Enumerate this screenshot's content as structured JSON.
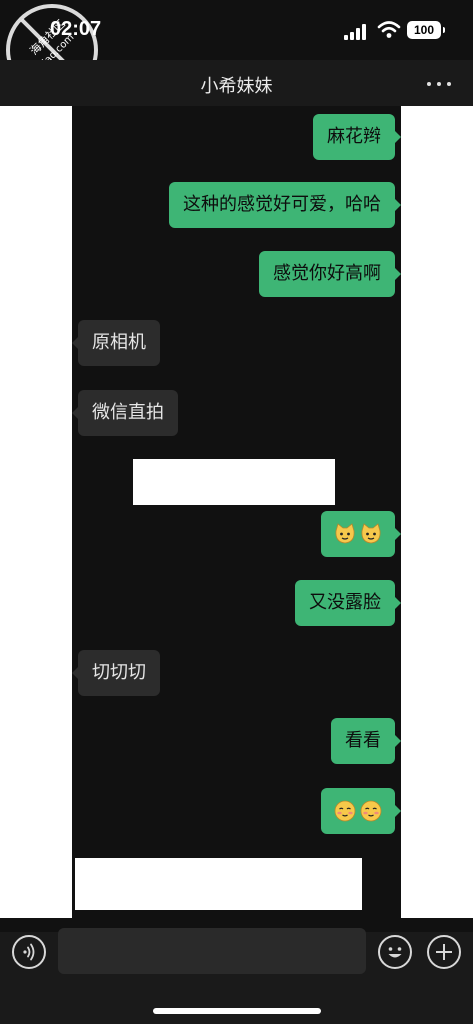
{
  "status_bar": {
    "time": "02:07",
    "battery": "100"
  },
  "watermark": {
    "line1": "海角社区",
    "line2": "haijiao.com"
  },
  "header": {
    "title": "小希妹妹"
  },
  "messages": [
    {
      "side": "out",
      "text": "麻花辫"
    },
    {
      "side": "out",
      "text": "这种的感觉好可爱，哈哈"
    },
    {
      "side": "out",
      "text": "感觉你好高啊"
    },
    {
      "side": "in",
      "text": "原相机"
    },
    {
      "side": "in",
      "text": "微信直拍"
    },
    {
      "side": "out",
      "sticker": "cat-face-emoji",
      "count": 2
    },
    {
      "side": "out",
      "text": "又没露脸"
    },
    {
      "side": "in",
      "text": "切切切"
    },
    {
      "side": "out",
      "text": "看看"
    },
    {
      "side": "out",
      "sticker": "blushing-face-emoji",
      "count": 2
    }
  ],
  "input": {
    "value": "",
    "placeholder": ""
  },
  "colors": {
    "background": "#111111",
    "bubble_out": "#3eb575",
    "bubble_in": "#2c2c2c",
    "bar": "#1a1a1a"
  },
  "icons": {
    "voice": "voice-icon",
    "emoji": "emoji-icon",
    "plus": "plus-icon",
    "more": "more-icon"
  }
}
